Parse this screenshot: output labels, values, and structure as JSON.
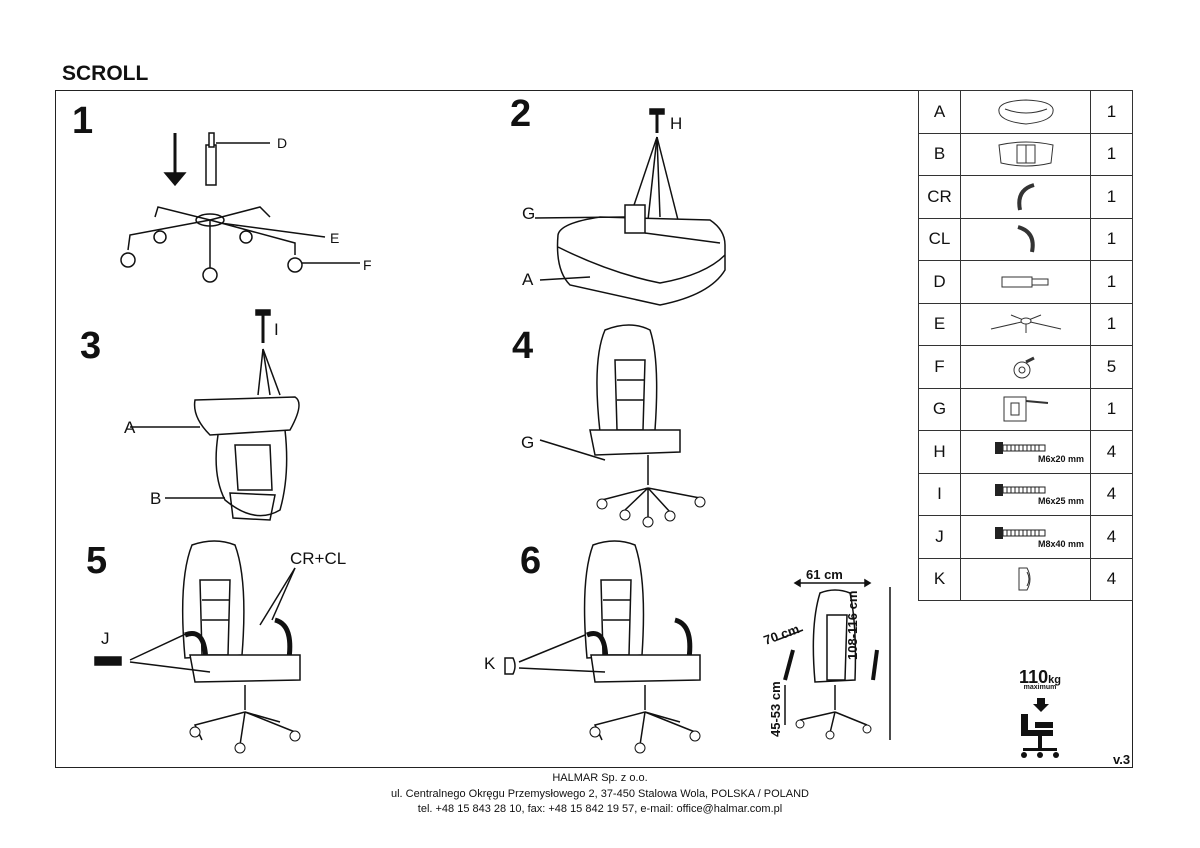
{
  "title": "SCROLL",
  "steps": [
    {
      "num": "1",
      "labels": [
        "D",
        "E",
        "F"
      ]
    },
    {
      "num": "2",
      "labels": [
        "H",
        "G",
        "A"
      ]
    },
    {
      "num": "3",
      "labels": [
        "I",
        "A",
        "B"
      ]
    },
    {
      "num": "4",
      "labels": [
        "G"
      ]
    },
    {
      "num": "5",
      "labels": [
        "CR+CL",
        "J"
      ]
    },
    {
      "num": "6",
      "labels": [
        "K"
      ]
    }
  ],
  "dimensions": {
    "width": "61 cm",
    "depth": "70 cm",
    "height": "108-116 cm",
    "seat_height": "45-53 cm"
  },
  "max_load": {
    "value": "110",
    "unit": "kg",
    "caption": "maximum"
  },
  "parts": [
    {
      "id": "A",
      "qty": "1",
      "icon": "seat-icon",
      "spec": ""
    },
    {
      "id": "B",
      "qty": "1",
      "icon": "backrest-icon",
      "spec": ""
    },
    {
      "id": "CR",
      "qty": "1",
      "icon": "armrest-right-icon",
      "spec": ""
    },
    {
      "id": "CL",
      "qty": "1",
      "icon": "armrest-left-icon",
      "spec": ""
    },
    {
      "id": "D",
      "qty": "1",
      "icon": "gas-lift-icon",
      "spec": ""
    },
    {
      "id": "E",
      "qty": "1",
      "icon": "base-icon",
      "spec": ""
    },
    {
      "id": "F",
      "qty": "5",
      "icon": "caster-icon",
      "spec": ""
    },
    {
      "id": "G",
      "qty": "1",
      "icon": "mechanism-icon",
      "spec": ""
    },
    {
      "id": "H",
      "qty": "4",
      "icon": "bolt-icon",
      "spec": "M6x20 mm"
    },
    {
      "id": "I",
      "qty": "4",
      "icon": "bolt-icon",
      "spec": "M6x25 mm"
    },
    {
      "id": "J",
      "qty": "4",
      "icon": "bolt-icon",
      "spec": "M8x40 mm"
    },
    {
      "id": "K",
      "qty": "4",
      "icon": "cap-icon",
      "spec": ""
    }
  ],
  "version": "v.3",
  "footer": {
    "company": "HALMAR Sp. z o.o.",
    "address": "ul. Centralnego Okręgu Przemysłowego 2, 37-450 Stalowa Wola, POLSKA / POLAND",
    "contact": "tel. +48 15 843 28 10, fax: +48 15 842 19 57, e-mail: office@halmar.com.pl"
  }
}
